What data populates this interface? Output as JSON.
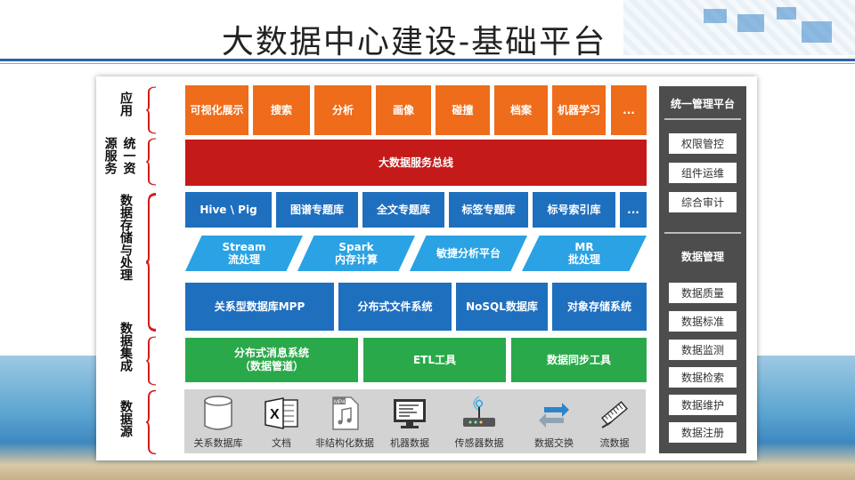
{
  "title": "大数据中心建设-基础平台",
  "colors": {
    "application": "#ee6c1a",
    "service_bus": "#c51a1a",
    "storage": "#1f6fbf",
    "processing": "#2aa2e3",
    "integration": "#2aa94a",
    "side_panel": "#4d4d4d"
  },
  "categories": {
    "application": "应用",
    "service_left": "源服务",
    "service_right": "统一资",
    "storage": "数据存储与处理",
    "integration": "数据集成",
    "source": "数据源"
  },
  "applications": [
    "可视化展示",
    "搜索",
    "分析",
    "画像",
    "碰撞",
    "档案",
    "机器学习",
    "..."
  ],
  "service_bus": "大数据服务总线",
  "storage_row1": [
    "Hive \\ Pig",
    "图谱专题库",
    "全文专题库",
    "标签专题库",
    "标号索引库",
    "..."
  ],
  "processing": [
    {
      "line1": "Stream",
      "line2": "流处理"
    },
    {
      "line1": "Spark",
      "line2": "内存计算"
    },
    {
      "line1": "敏捷分析平台",
      "line2": ""
    },
    {
      "line1": "MR",
      "line2": "批处理"
    }
  ],
  "storage_row3": [
    "关系型数据库MPP",
    "分布式文件系统",
    "NoSQL数据库",
    "对象存储系统"
  ],
  "integration": [
    {
      "line1": "分布式消息系统",
      "line2": "（数据管道）"
    },
    {
      "line1": "ETL工具",
      "line2": ""
    },
    {
      "line1": "数据同步工具",
      "line2": ""
    }
  ],
  "sources": [
    {
      "label": "关系数据库",
      "icon": "database-icon"
    },
    {
      "label": "文档",
      "icon": "excel-document-icon"
    },
    {
      "label": "非结构化数据",
      "icon": "mp4-file-icon"
    },
    {
      "label": "机器数据",
      "icon": "computer-monitor-icon"
    },
    {
      "label": "传感器数据",
      "icon": "router-sensor-icon"
    },
    {
      "label": "数据交换",
      "icon": "exchange-arrows-icon"
    },
    {
      "label": "流数据",
      "icon": "stream-tool-icon"
    }
  ],
  "side_panel": {
    "head1": "统一管理平台",
    "group1": [
      "权限管控",
      "组件运维",
      "综合审计"
    ],
    "head2": "数据管理",
    "group2": [
      "数据质量",
      "数据标准",
      "数据监测",
      "数据检索",
      "数据维护",
      "数据注册"
    ]
  }
}
